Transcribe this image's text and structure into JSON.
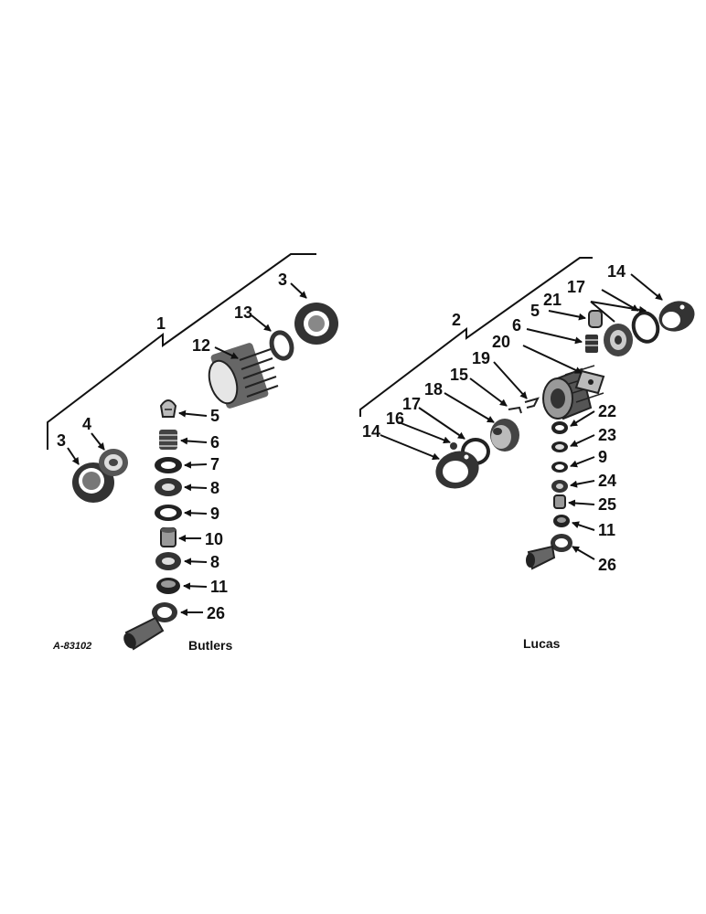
{
  "diagram": {
    "figure_id": "A-83102",
    "left_group": {
      "name": "Butlers",
      "callouts": {
        "c1": "1",
        "c3a": "3",
        "c3b": "3",
        "c4": "4",
        "c5": "5",
        "c6": "6",
        "c7": "7",
        "c8a": "8",
        "c8b": "8",
        "c9": "9",
        "c10": "10",
        "c11": "11",
        "c12": "12",
        "c13": "13",
        "c26": "26"
      }
    },
    "right_group": {
      "name": "Lucas",
      "callouts": {
        "c2": "2",
        "c14a": "14",
        "c14b": "14",
        "c17a": "17",
        "c17b": "17",
        "c21": "21",
        "c5": "5",
        "c6": "6",
        "c20": "20",
        "c19": "19",
        "c18": "18",
        "c15": "15",
        "c16": "16",
        "c22": "22",
        "c23": "23",
        "c9": "9",
        "c24": "24",
        "c25": "25",
        "c11": "11",
        "c26": "26"
      }
    }
  }
}
